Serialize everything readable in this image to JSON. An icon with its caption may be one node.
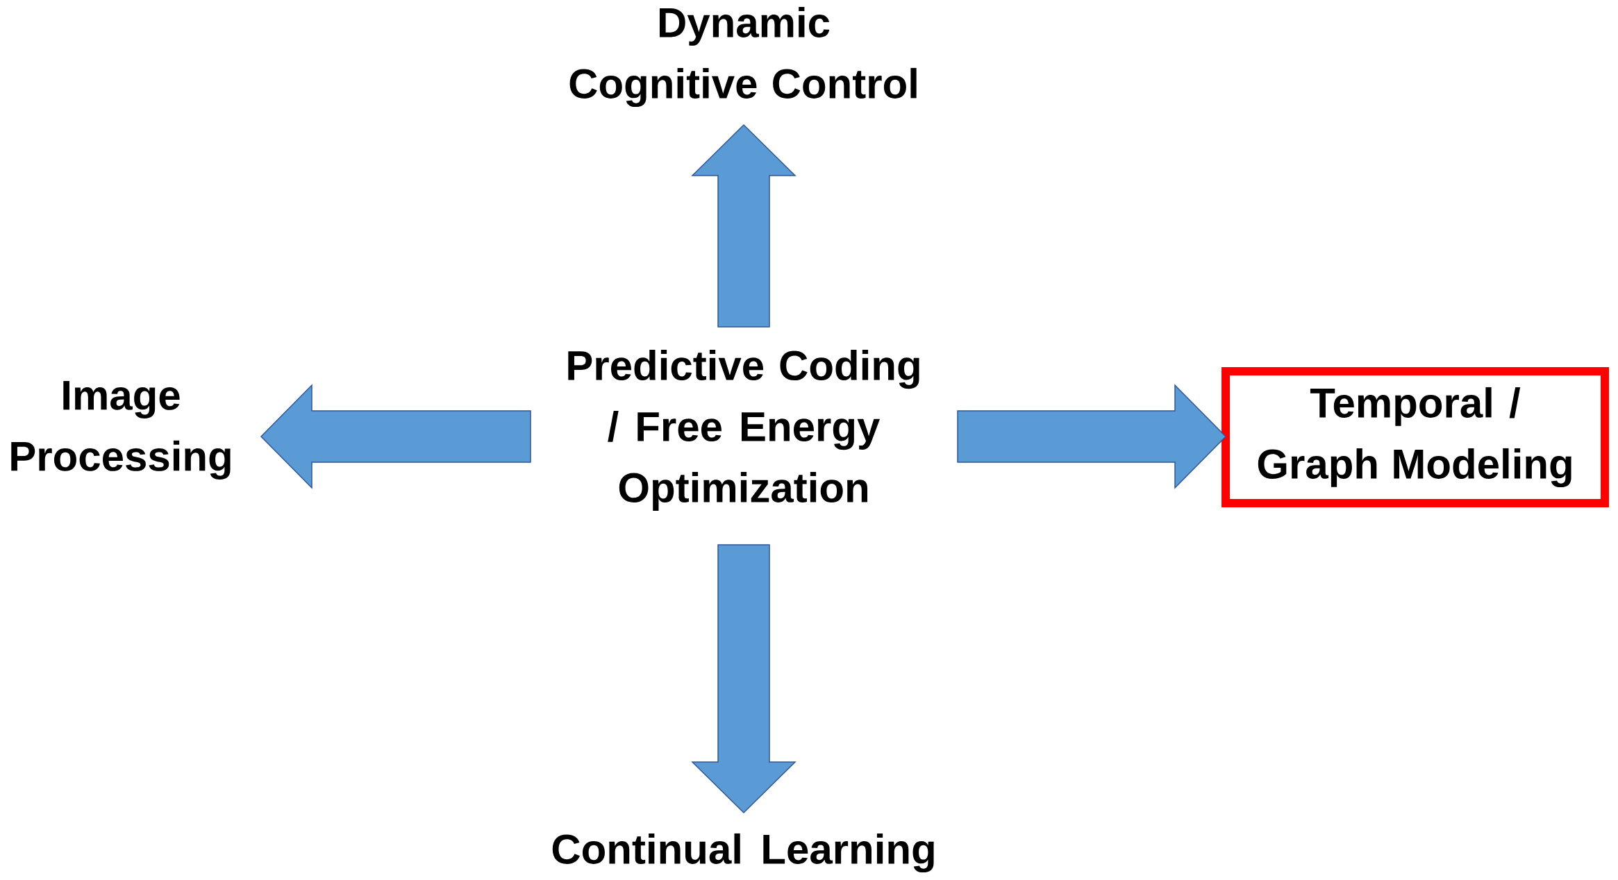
{
  "diagram": {
    "nodes": [
      {
        "text": [
          "Predictive Coding / Free Energy Optimization"
        ]
      },
      {
        "text": [
          "Dynamic Cognitive Control"
        ]
      },
      {
        "text": [
          "Image Processing"
        ]
      },
      {
        "text": [
          "Temporal / Graph Modeling"
        ]
      },
      {
        "text": [
          "Continual Learning"
        ]
      }
    ],
    "edges": [
      {
        "from": 0,
        "to": 1,
        "arrow": "to"
      },
      {
        "from": 0,
        "to": 2,
        "arrow": "to"
      },
      {
        "from": 0,
        "to": 3,
        "arrow": "to"
      },
      {
        "from": 0,
        "to": 4,
        "arrow": "to"
      }
    ]
  }
}
